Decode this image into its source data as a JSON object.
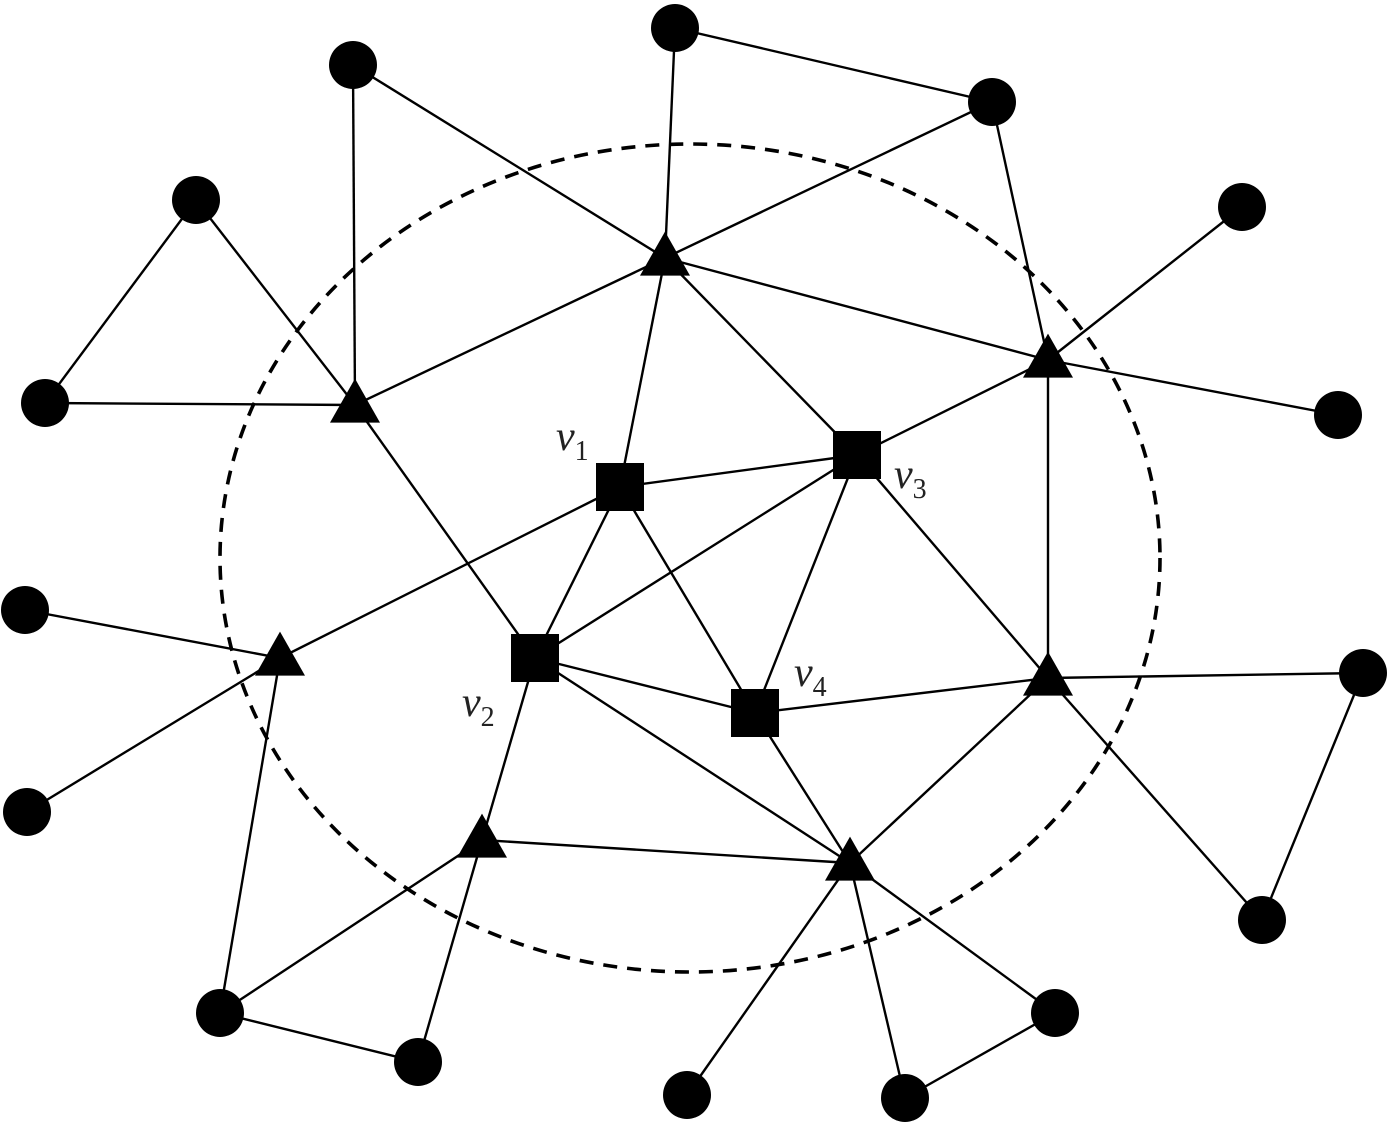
{
  "diagram": {
    "type": "network-graph",
    "colors": {
      "node": "#000000",
      "edge": "#000000",
      "boundary": "#000000",
      "label": "#222222"
    },
    "boundary": {
      "style": "dashed-ellipse"
    },
    "node_shapes": [
      "square",
      "triangle",
      "circle"
    ],
    "labels": {
      "v1": {
        "base": "v",
        "sub": "1"
      },
      "v2": {
        "base": "v",
        "sub": "2"
      },
      "v3": {
        "base": "v",
        "sub": "3"
      },
      "v4": {
        "base": "v",
        "sub": "4"
      }
    }
  }
}
